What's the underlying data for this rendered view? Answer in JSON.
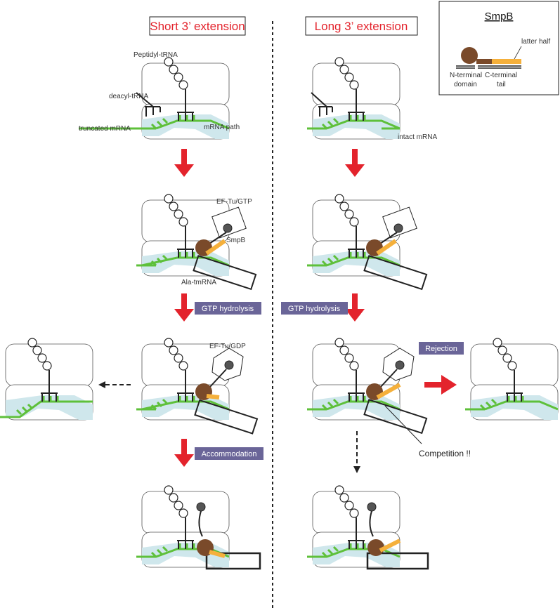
{
  "titles": {
    "left": "Short 3’ extension",
    "right": "Long 3’ extension"
  },
  "legend": {
    "title": "SmpB",
    "latter_half": "latter half",
    "n_terminal_1": "N-terminal",
    "n_terminal_2": "domain",
    "c_terminal_1": "C-terminal",
    "c_terminal_2": "tail"
  },
  "labels": {
    "peptidyl_trna": "Peptidyl-tRNA",
    "deacyl_trna": "deacyl-tRNA",
    "truncated_mrna": "truncated mRNA",
    "mrna_path": "mRNA path",
    "intact_mrna": "intact mRNA",
    "ef_tu_gtp": "EF-Tu/GTP",
    "smpb": "SmpB",
    "ala_tmrna": "Ala-tmRNA",
    "ef_tu_gdp": "EF-Tu/GDP",
    "competition": "Competition !!"
  },
  "steps": {
    "gtp_hydrolysis_left": "GTP hydrolysis",
    "gtp_hydrolysis_right": "GTP hydrolysis",
    "rejection": "Rejection",
    "accommodation": "Accommodation"
  },
  "colors": {
    "arrow": "#e3232c",
    "mrna": "#5ec03a",
    "mrna_path": "#cfe7ec",
    "smpb_domain": "#7a4a2a",
    "smpb_tail": "#f5b03b",
    "step_box": "#6a6598",
    "title": "#e3232c"
  }
}
